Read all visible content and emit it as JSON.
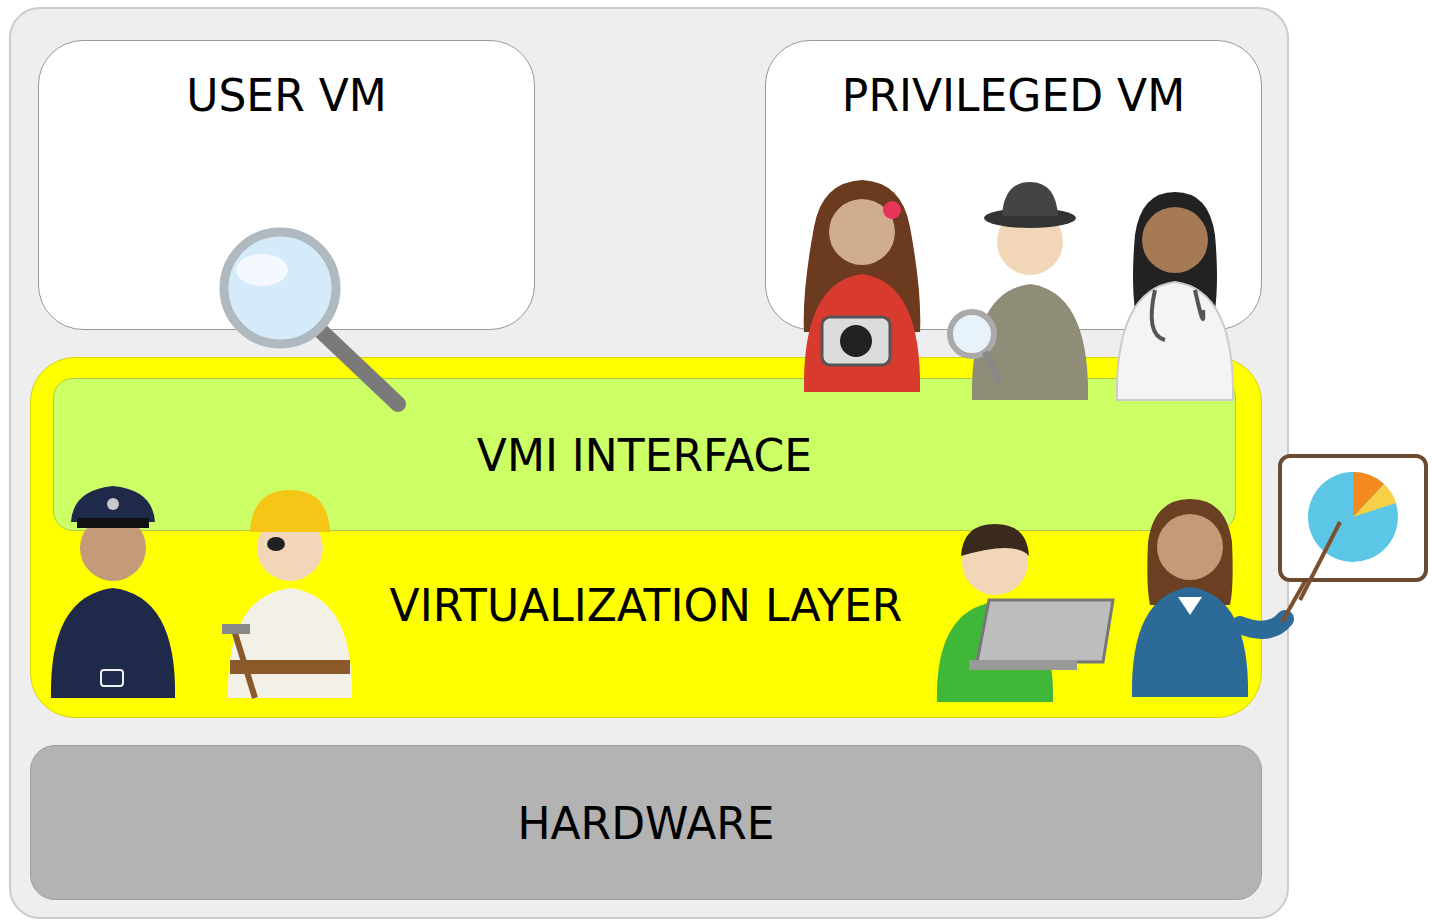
{
  "diagram": {
    "nodes": [
      {
        "text": [
          "USER VM"
        ]
      },
      {
        "text": [
          "PRIVILEGED VM"
        ]
      },
      {
        "text": [
          "VIRTUALIZATION LAYER"
        ]
      },
      {
        "text": [
          "VMI INTERFACE"
        ],
        "in": 2
      },
      {
        "text": [
          "HARDWARE"
        ]
      }
    ]
  }
}
